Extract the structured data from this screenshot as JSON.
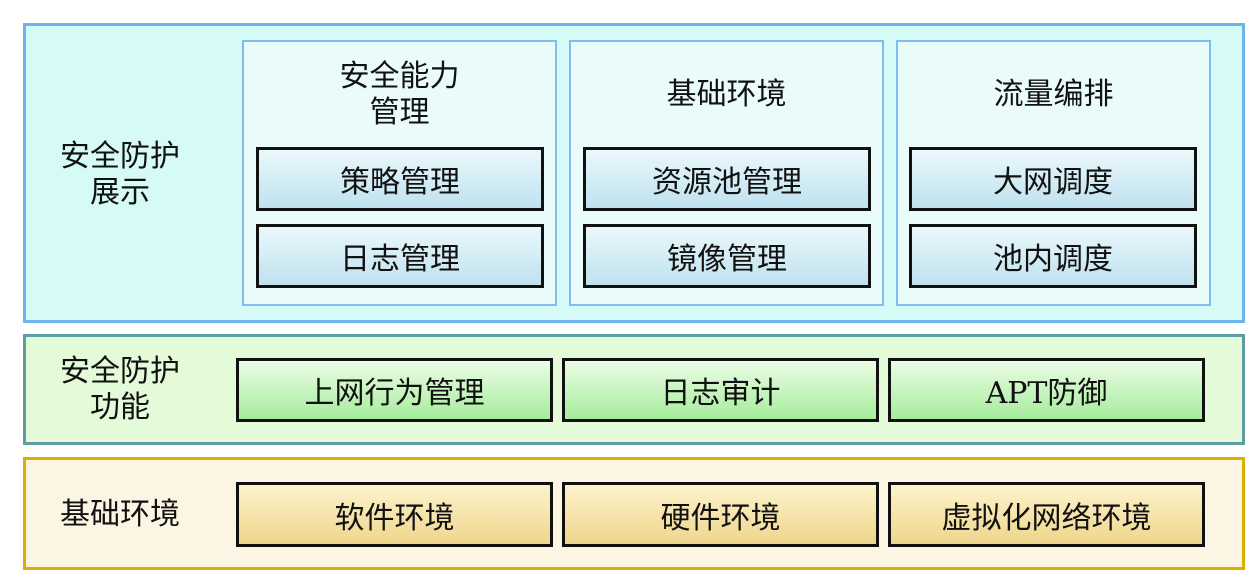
{
  "display_layer": {
    "label_line1": "安全防护",
    "label_line2": "展示",
    "columns": [
      {
        "title_line1": "安全能力",
        "title_line2": "管理",
        "items": [
          "策略管理",
          "日志管理"
        ]
      },
      {
        "title_line1": "基础环境",
        "title_line2": "",
        "items": [
          "资源池管理",
          "镜像管理"
        ]
      },
      {
        "title_line1": "流量编排",
        "title_line2": "",
        "items": [
          "大网调度",
          "池内调度"
        ]
      }
    ]
  },
  "function_layer": {
    "label_line1": "安全防护",
    "label_line2": "功能",
    "items": [
      "上网行为管理",
      "日志审计",
      "APT防御"
    ]
  },
  "base_layer": {
    "label": "基础环境",
    "items": [
      "软件环境",
      "硬件环境",
      "虚拟化网络环境"
    ]
  },
  "colors": {
    "display_border": "#6cb4ee",
    "display_bg": "#d6fbf6",
    "function_border": "#5f9ea0",
    "function_bg": "#e4fbd9",
    "base_border": "#d9b000",
    "base_bg": "#fdf5e3"
  }
}
